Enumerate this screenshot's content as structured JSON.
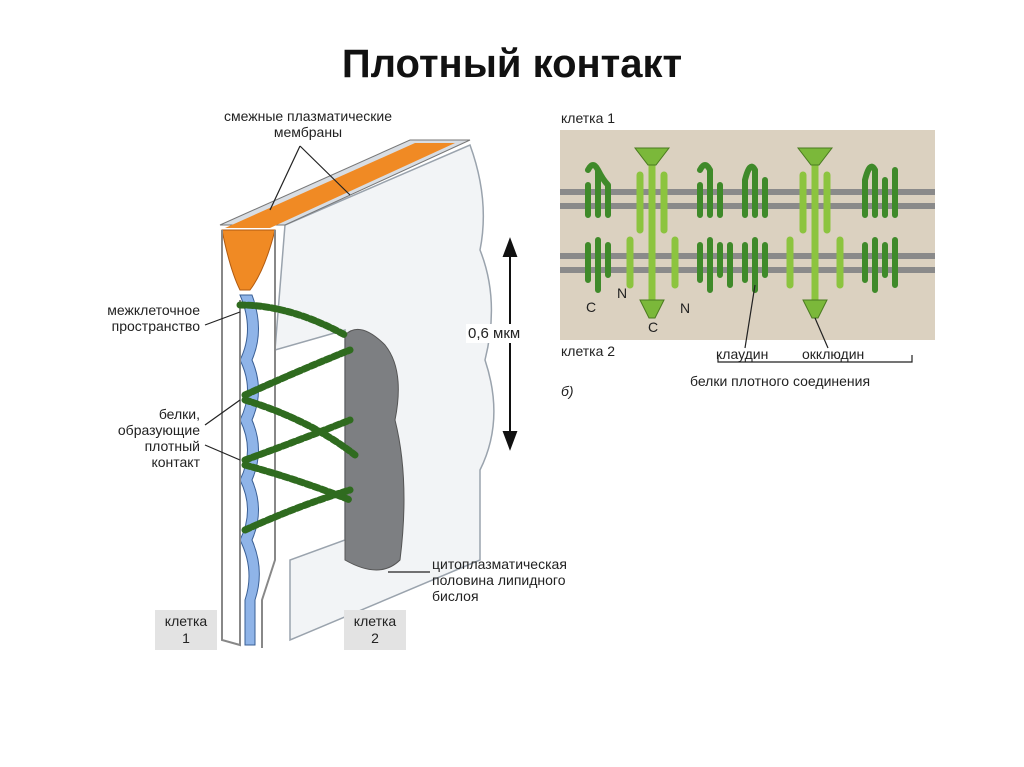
{
  "title": "Плотный контакт",
  "left": {
    "membranes": "смежные плазматические\nмембраны",
    "intercellular": "межклеточное\nпространство",
    "proteins": "белки,\nобразующие\nплотный\nконтакт",
    "scale": "0,6 мкм",
    "cytoplasmic": "цитоплазматическая\nполовина липидного\nбислоя",
    "cell1": "клетка\n1",
    "cell2": "клетка\n2"
  },
  "right": {
    "cell1": "клетка 1",
    "cell2": "клетка 2",
    "c1": "C",
    "n1": "N",
    "c2": "C",
    "n2": "N",
    "claudin": "клаудин",
    "occludin": "окклюдин",
    "group": "белки плотного соединения",
    "panel": "б)"
  },
  "colors": {
    "membrane_orange": "#f08a24",
    "space_blue": "#8fb4e8",
    "protein_green": "#3f8a2a",
    "protein_light": "#8cc43f",
    "bilayer_gray": "#8a8a8a",
    "panel_bg": "#dbd1c0"
  }
}
